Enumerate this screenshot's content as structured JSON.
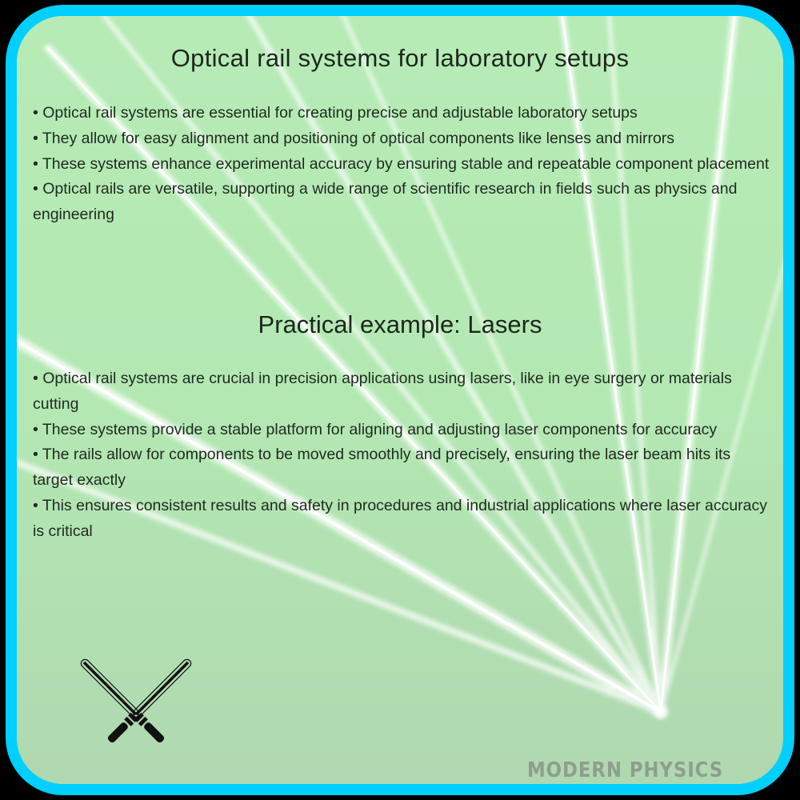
{
  "colors": {
    "border": "#00cfff",
    "background": "#b4e6b4",
    "text": "#1e261e",
    "brand_text": "#8e9e8e",
    "beam": "#ffffff"
  },
  "section1": {
    "title": "Optical rail systems for laboratory setups",
    "bullets": [
      "• Optical rail systems are essential for creating precise and adjustable laboratory setups",
      "• They allow for easy alignment and positioning of optical components like lenses and mirrors",
      "• These systems enhance experimental accuracy by ensuring stable and repeatable component placement",
      "• Optical rails are versatile, supporting a wide range of scientific research in fields such as physics and engineering"
    ]
  },
  "section2": {
    "title": "Practical example: Lasers",
    "bullets": [
      "• Optical rail systems are crucial in precision applications using lasers, like in eye surgery or materials cutting",
      "• These systems provide a stable platform for aligning and adjusting laser components for accuracy",
      "• The rails allow for components to be moved smoothly and precisely, ensuring the laser beam hits its target exactly",
      "• This ensures consistent results and safety in procedures and industrial applications where laser accuracy is critical"
    ]
  },
  "icons": {
    "bottom_left": "crossed-lightsabers-icon"
  },
  "brand": {
    "label": "MODERN PHYSICS"
  }
}
